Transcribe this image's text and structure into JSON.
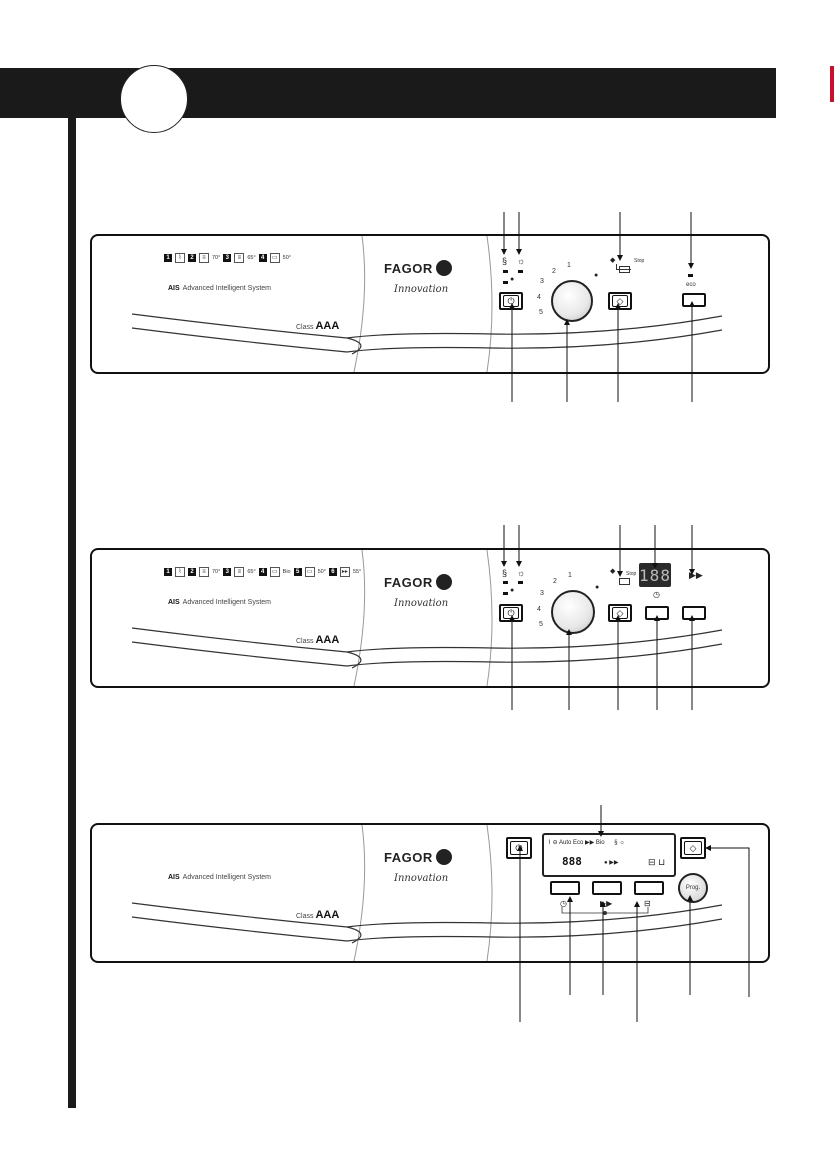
{
  "panel1": {
    "programs": [
      {
        "num": "1",
        "icon": "pre-wash-icon",
        "temp": ""
      },
      {
        "num": "2",
        "icon": "intensive-icon",
        "temp": "70°"
      },
      {
        "num": "3",
        "icon": "normal-icon",
        "temp": "65°"
      },
      {
        "num": "4",
        "icon": "eco-icon",
        "temp": "50°"
      }
    ],
    "ais_bold": "AIS",
    "ais_text": "Advanced Intelligent System",
    "class_prefix": "Class",
    "class_value": "AAA",
    "brand": "FAGOR",
    "tagline": "Innovation",
    "stop_label": "Stop",
    "eco_label": "eco",
    "dial_labels": [
      "1",
      "2",
      "3",
      "4",
      "5"
    ]
  },
  "panel2": {
    "programs": [
      {
        "num": "1",
        "icon": "pre-wash-icon",
        "temp": ""
      },
      {
        "num": "2",
        "icon": "intensive-icon",
        "temp": "70°"
      },
      {
        "num": "3",
        "icon": "normal-icon",
        "temp": "65°"
      },
      {
        "num": "4",
        "icon": "eco-icon",
        "temp": "Bio"
      },
      {
        "num": "5",
        "icon": "quick-icon",
        "temp": "50°"
      },
      {
        "num": "6",
        "icon": "fast-icon",
        "temp": "55°"
      }
    ],
    "ais_bold": "AIS",
    "ais_text": "Advanced Intelligent System",
    "class_prefix": "Class",
    "class_value": "AAA",
    "brand": "FAGOR",
    "tagline": "Innovation",
    "stop_label": "Stop",
    "display_value": "188",
    "dial_labels": [
      "1",
      "2",
      "3",
      "4",
      "5"
    ]
  },
  "panel3": {
    "ais_bold": "AIS",
    "ais_text": "Advanced Intelligent System",
    "class_prefix": "Class",
    "class_value": "AAA",
    "brand": "FAGOR",
    "tagline": "Innovation",
    "lcd_auto": "Auto",
    "lcd_eco": "Eco",
    "lcd_bio": "Bio",
    "lcd_digits": "888",
    "prog_label": "Prog."
  }
}
